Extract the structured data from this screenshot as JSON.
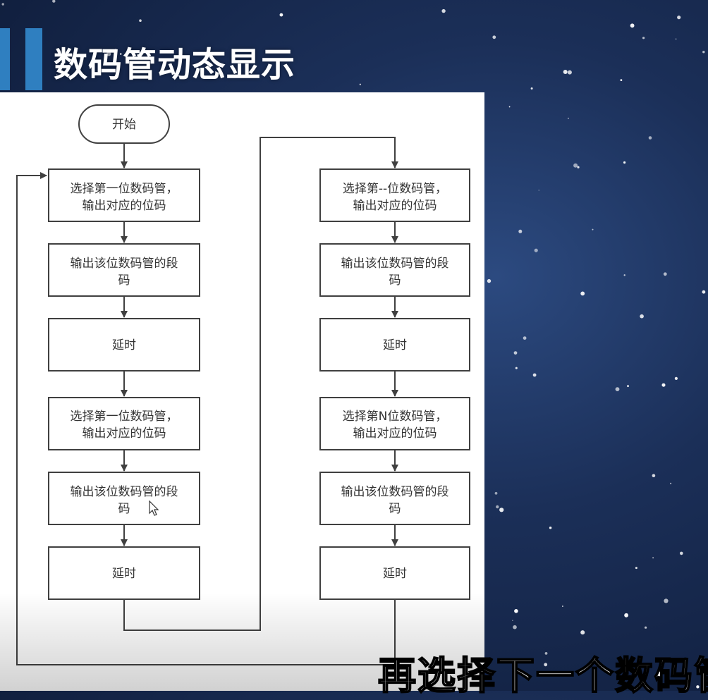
{
  "slide": {
    "title": "数码管动态显示"
  },
  "colors": {
    "accent_bar": "#2f7fc0",
    "panel_bg": "#ffffff",
    "line": "#404040"
  },
  "flowchart": {
    "start": "开始",
    "left_column": [
      [
        "选择第一位数码管，",
        "输出对应的位码"
      ],
      [
        "输出该位数码管的段",
        "码"
      ],
      [
        "延时"
      ],
      [
        "选择第一位数码管，",
        "输出对应的位码"
      ],
      [
        "输出该位数码管的段",
        "码"
      ],
      [
        "延时"
      ]
    ],
    "right_column": [
      [
        "选择第--位数码管，",
        "输出对应的位码"
      ],
      [
        "输出该位数码管的段",
        "码"
      ],
      [
        "延时"
      ],
      [
        "选择第N位数码管，",
        "输出对应的位码"
      ],
      [
        "输出该位数码管的段",
        "码"
      ],
      [
        "延时"
      ]
    ]
  },
  "subtitle": "再选择下一个数码管"
}
